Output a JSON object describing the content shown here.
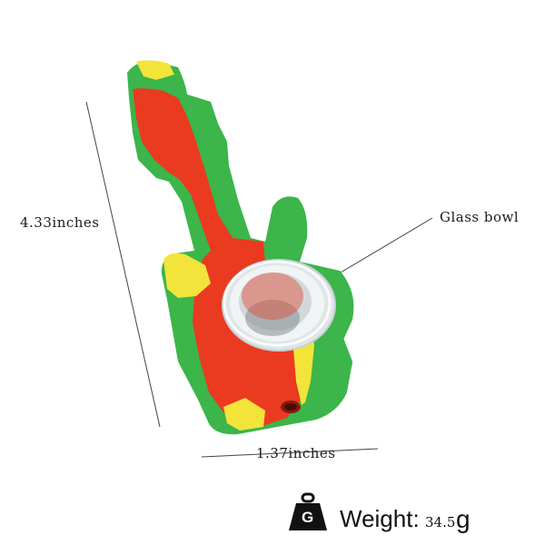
{
  "annotations": {
    "length_label": "4.33inches",
    "width_label": "1.37inches",
    "bowl_label": "Glass bowl"
  },
  "weight": {
    "icon_letter": "G",
    "label": "Weight:",
    "value": "34.5",
    "unit": "g"
  },
  "colors": {
    "green": "#3cb54a",
    "red": "#ea3a20",
    "yellow": "#f2e43a",
    "glass": "#e9eef0"
  }
}
